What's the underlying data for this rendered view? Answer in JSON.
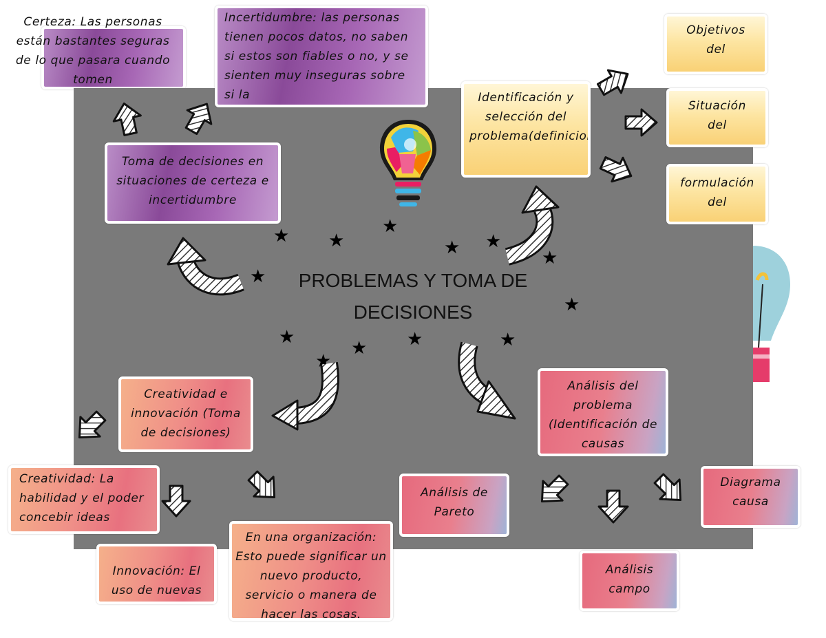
{
  "title": "PROBLEMAS Y TOMA DE DECISIONES",
  "cards": {
    "certeza": "Certeza: Las personas están bastantes seguras de lo que pasara cuando tomen",
    "incertidumbre": "Incertidumbre: las personas tienen pocos datos, no saben si estos son fiables o no, y se sienten muy inseguras sobre si la",
    "toma": "Toma de decisiones en situaciones de certeza e incertidumbre",
    "identificacion": "Identificación y selección del problema(definiciones)",
    "objetivos": "Objetivos del",
    "situacion": "Situación del",
    "formulacion": "formulación del",
    "creatividad_innovacion": "Creatividad e innovación (Toma de decisiones)",
    "creatividad": "Creatividad: La habilidad y el poder concebir ideas",
    "innovacion": "Innovación: El uso de nuevas",
    "organizacion": "En una organización: Esto puede significar un nuevo producto, servicio o manera de hacer las cosas.",
    "analisis_problema": "Análisis del problema (Identificación de causas",
    "pareto": "Análisis de Pareto",
    "diagrama": "Diagrama causa",
    "campo": "Análisis campo"
  },
  "colors": {
    "board": "#7a7a7a",
    "purple": "#8a4a99",
    "yellow": "#fde5a2",
    "coral": "#ef8f88",
    "rose": "#e66a7d"
  },
  "icons": [
    "lightbulb-icon",
    "star-icon",
    "arrow-icon"
  ]
}
